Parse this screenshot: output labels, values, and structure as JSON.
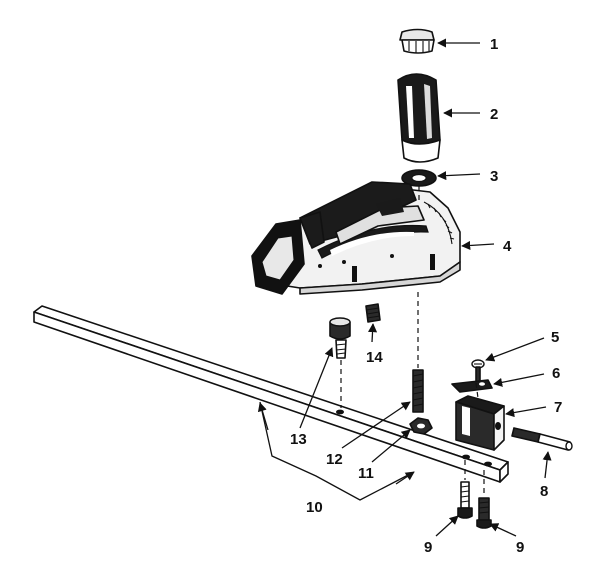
{
  "diagram": {
    "labels": {
      "p1": "1",
      "p2": "2",
      "p3": "3",
      "p4": "4",
      "p5": "5",
      "p6": "6",
      "p7": "7",
      "p8": "8",
      "p9a": "9",
      "p9b": "9",
      "p10": "10",
      "p11": "11",
      "p12": "12",
      "p13": "13",
      "p14": "14"
    }
  }
}
